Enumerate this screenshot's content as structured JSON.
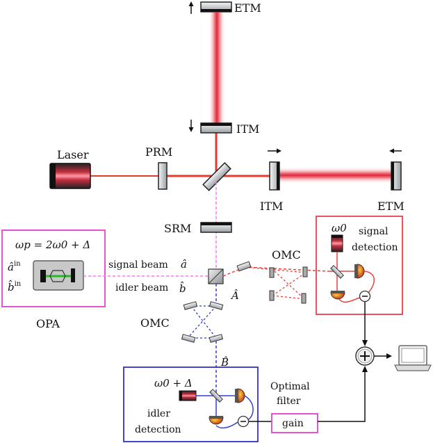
{
  "labels": {
    "etm_top": "ETM",
    "itm_vertical": "ITM",
    "laser": "Laser",
    "prm": "PRM",
    "itm_horizontal": "ITM",
    "etm_right": "ETM",
    "srm": "SRM",
    "omc_signal": "OMC",
    "omc_idler": "OMC",
    "opa": "OPA",
    "signal_beam": "signal beam",
    "idler_beam": "idler beam",
    "signal_detection_1": "signal",
    "signal_detection_2": "detection",
    "idler_detection_1": "idler",
    "idler_detection_2": "detection",
    "optimal_filter_1": "Optimal",
    "optimal_filter_2": "filter",
    "gain": "gain"
  },
  "math": {
    "pump_relation": "ωp = 2ω0 + Δ",
    "a_in": "â",
    "a_in_sup": "in",
    "b_in": "b̂",
    "b_in_sup": "in",
    "signal_op": "â",
    "idler_op": "b̂",
    "A_hat": "Â",
    "B_hat": "B̂",
    "omega0": "ω0",
    "omega0_plus_delta": "ω0 + Δ"
  },
  "colors": {
    "signal": "#e8403a",
    "idler": "#2f3fd0",
    "carrier": "#e33b2e",
    "opa_box": "#e040d0",
    "signal_box": "#e8404a",
    "idler_box": "#3030c8",
    "gain_box": "#e040d0",
    "squeezed": "#ff70ff"
  }
}
